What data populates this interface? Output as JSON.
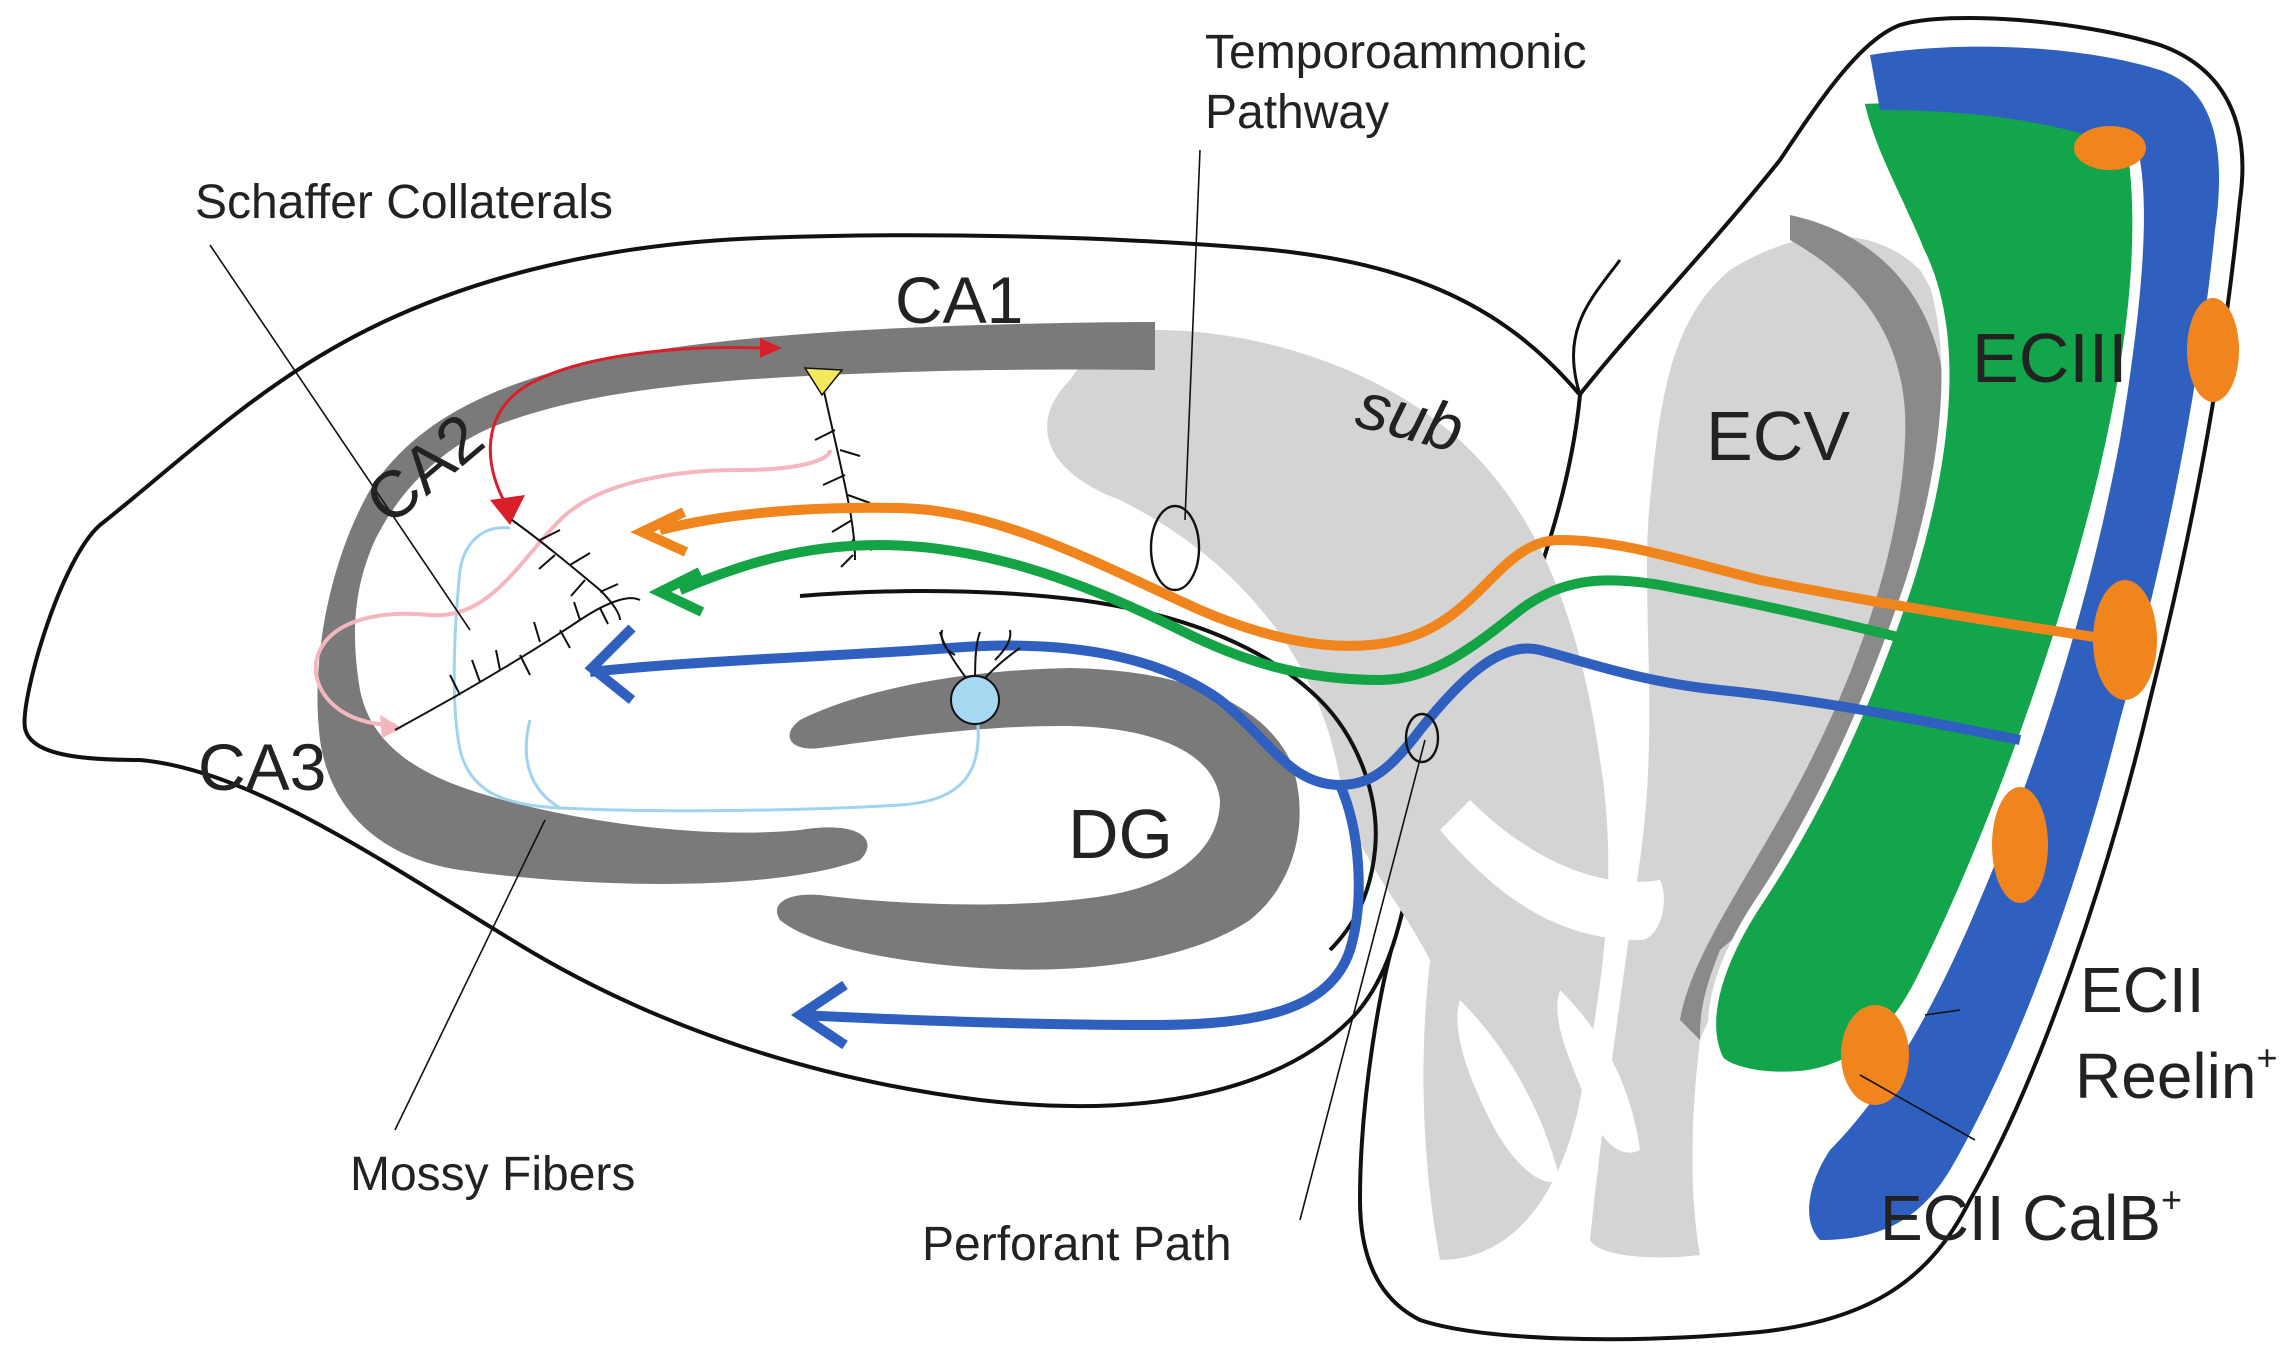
{
  "labels": {
    "temporoammonic": [
      "Temporoammonic",
      "Pathway"
    ],
    "schaffer": "Schaffer Collaterals",
    "ca1": "CA1",
    "ca2": "CA2",
    "ca3": "CA3",
    "sub": "sub",
    "ecv": "ECV",
    "eciii": "ECIII",
    "dg": "DG",
    "mossy": "Mossy Fibers",
    "perforant": "Perforant Path",
    "ecii_reelin": [
      "ECII",
      "Reelin",
      "+"
    ],
    "ecii_calb": [
      "ECII CalB",
      "+"
    ]
  },
  "colors": {
    "outline": "#111111",
    "cell_layer": "#7a7a7a",
    "subiculum": "#d4d4d4",
    "ec_dark_band": "#8a8a8a",
    "eciii_layer": "#12a54b",
    "ecii_layer": "#2f5fbf",
    "ecii_calb_cells": "#f0851e",
    "temporoammonic_orange": "#f0851e",
    "temporoammonic_green": "#14a345",
    "perforant_blue": "#2f5fbf",
    "mossy_fiber": "#9fd3ef",
    "schaffer_pink": "#f4b7bf",
    "ca2_projection": "#d9202a",
    "ca1_neuron": "#f2ea5a",
    "granule_cell": "#a6d8f2"
  }
}
